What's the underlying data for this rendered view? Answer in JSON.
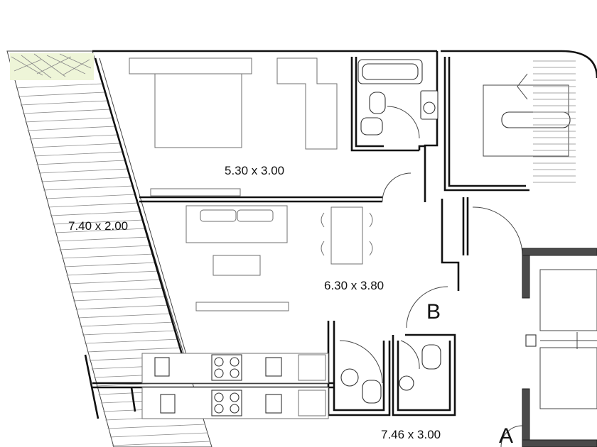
{
  "plan": {
    "rooms": {
      "bedroom": "5.30 x 3.00",
      "terrace": "7.40 x 2.00",
      "living": "6.30 x 3.80",
      "bottom": "7.46 x 3.00"
    },
    "units": {
      "b": "B",
      "a": "A"
    }
  },
  "colors": {
    "ink": "#111111",
    "furniture": "#6f6f6f",
    "core": "#4a4a4a",
    "planting": "#b9d17a"
  }
}
